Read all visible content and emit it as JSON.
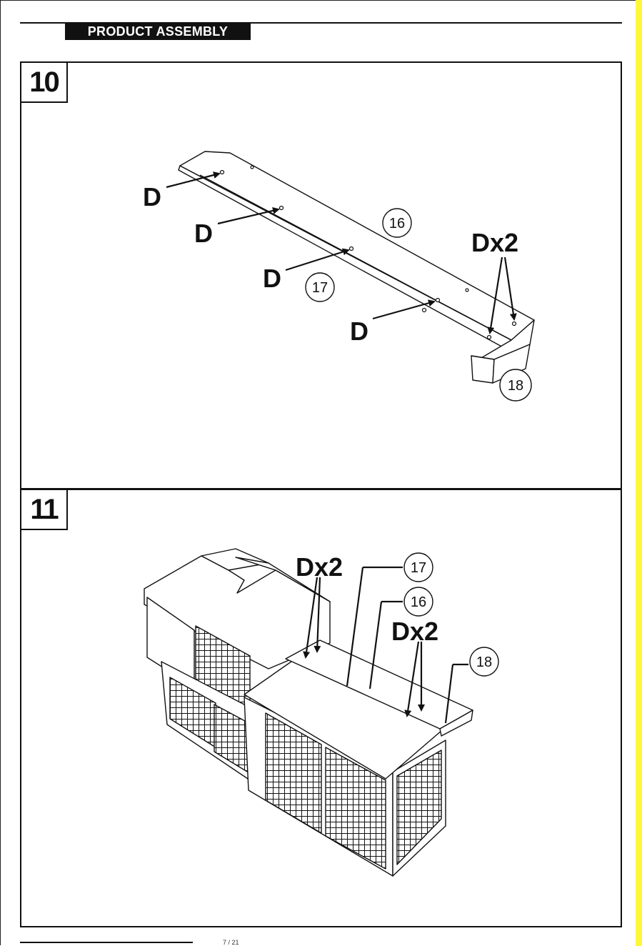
{
  "header": {
    "section_label": "PRODUCT ASSEMBLY"
  },
  "steps": [
    {
      "number": "10",
      "labels": {
        "d1": "D",
        "d2": "D",
        "d3": "D",
        "d4": "D",
        "dx2": "Dx2"
      },
      "callouts": {
        "p16": "16",
        "p17": "17",
        "p18": "18"
      }
    },
    {
      "number": "11",
      "labels": {
        "dx2_left": "Dx2",
        "dx2_right": "Dx2"
      },
      "callouts": {
        "p17": "17",
        "p16": "16",
        "p18": "18"
      }
    }
  ],
  "footer": {
    "text": "7 / 21"
  }
}
